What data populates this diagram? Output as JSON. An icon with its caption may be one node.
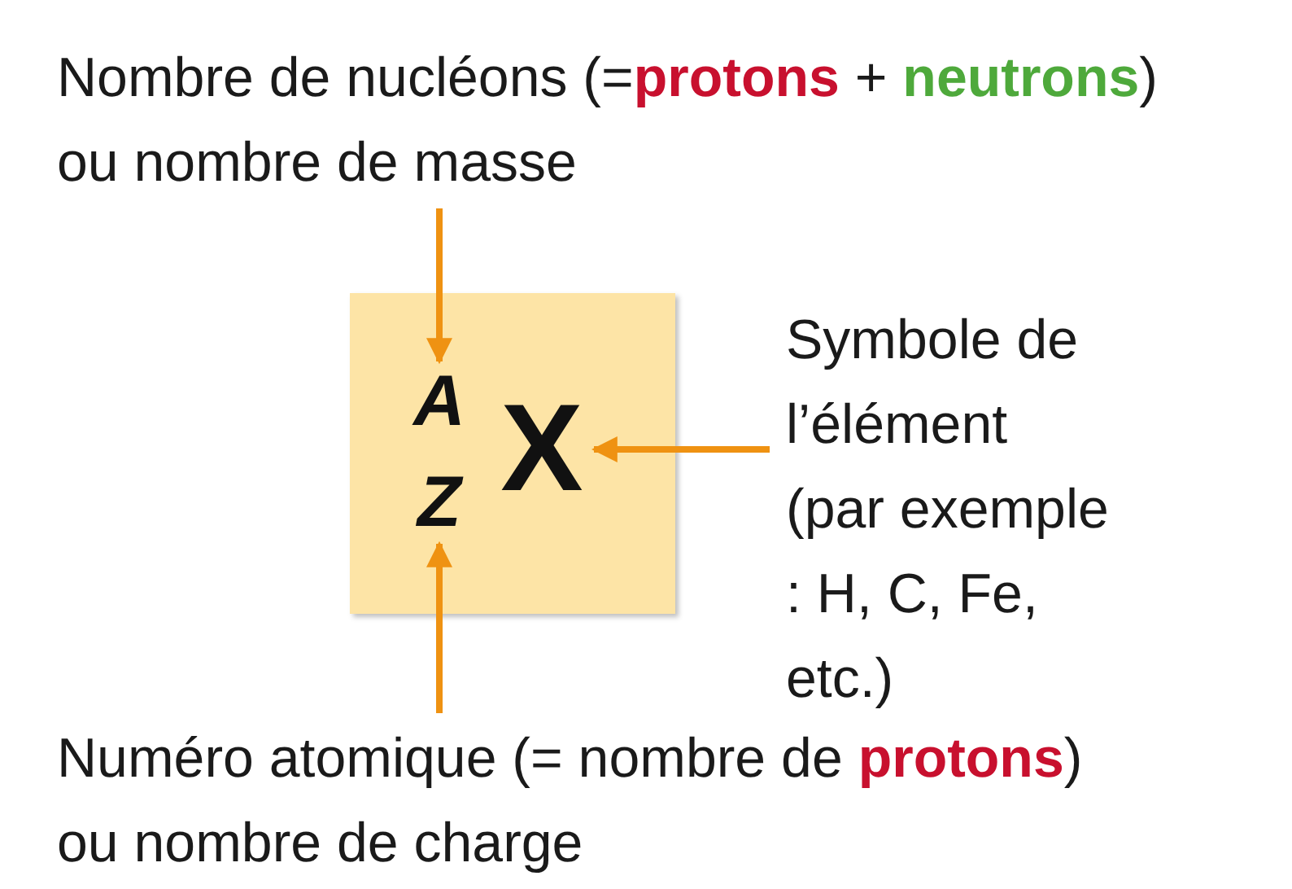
{
  "diagram": {
    "nodes": [
      {
        "text": [
          "Nombre de nucléons (=**protons** + **neutrons**) ou nombre de masse"
        ]
      },
      {
        "text": [],
        "shape": "box"
      },
      {
        "text": [
          "A"
        ],
        "in": 1
      },
      {
        "text": [
          "Z"
        ],
        "in": 1
      },
      {
        "text": [
          "X"
        ],
        "in": 1
      },
      {
        "text": [
          "Symbole de l’élément (par exemple : H, C, Fe, etc.)"
        ]
      },
      {
        "text": [
          "Numéro atomique (= nombre de **protons**) ou nombre de charge"
        ]
      }
    ],
    "edges": [
      {
        "from": 0,
        "to": 2,
        "arrow": "to"
      },
      {
        "from": 5,
        "to": 4,
        "arrow": "to"
      },
      {
        "from": 6,
        "to": 3,
        "arrow": "to"
      }
    ]
  }
}
